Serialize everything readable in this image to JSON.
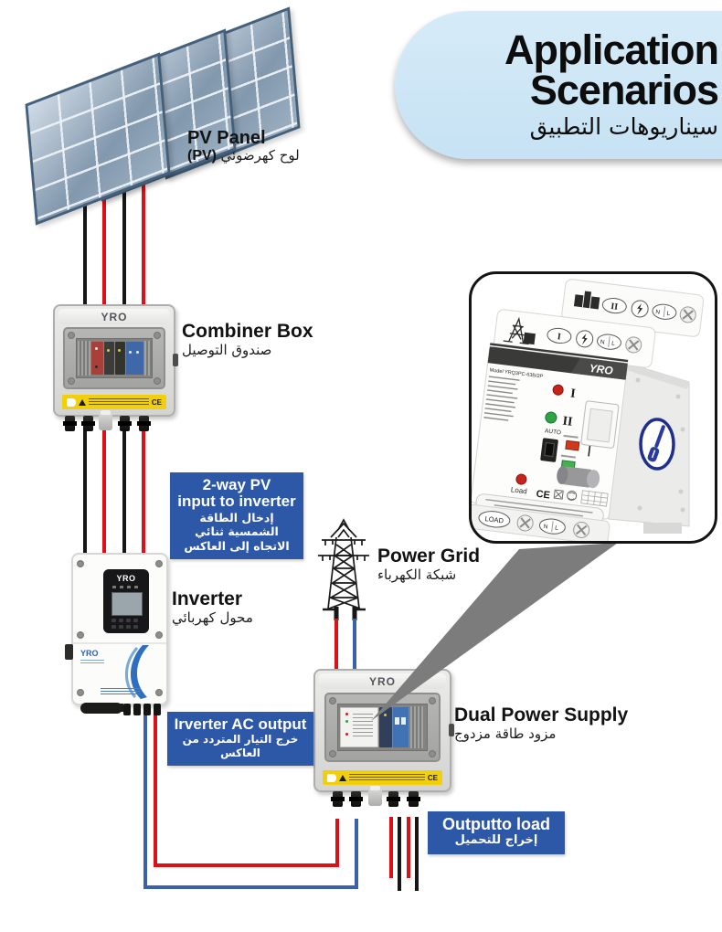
{
  "title": {
    "line1": "Application",
    "line2": "Scenarios",
    "arabic": "سيناريوهات التطبيق"
  },
  "brand": "YRO",
  "pv": {
    "label": "PV Panel",
    "paren": "(PV)",
    "arabic": "لوح كهرضوئي"
  },
  "combiner": {
    "label": "Combiner Box",
    "arabic": "صندوق التوصيل"
  },
  "inverter": {
    "label": "Inverter",
    "arabic": "محول كهربائي"
  },
  "grid": {
    "label": "Power Grid",
    "arabic": "شبكة الكهرباء"
  },
  "dual": {
    "label": "Dual Power Supply",
    "arabic": "مزود طاقة مزدوج"
  },
  "callout_pv_input": {
    "en1": "2-way PV",
    "en2": "input to inverter",
    "ar1": "إدخال الطاقة الشمسية ثنائي",
    "ar2": "الاتجاه إلى العاكس"
  },
  "callout_ac_output": {
    "en1": "Irverter AC output",
    "ar1": "خرج التيار المتردد من العاكس"
  },
  "callout_load": {
    "en1": "Outputto load",
    "ar1": "إخراج للتحميل"
  },
  "inset": {
    "brand": "YRO",
    "model": "Model YRQ3PC-63B/2P",
    "led1": "I",
    "led2": "II",
    "auto": "AUTO",
    "pos2": "II",
    "load_led": "Load",
    "ce": "CE",
    "terminal_1": "I",
    "terminal_2": "II",
    "terminal_nl": "N L",
    "terminal_load": "LOAD"
  },
  "marks": {
    "ce": "CE"
  },
  "colors": {
    "title_bg": "#cde6f7",
    "callout_blue": "#2d57a7",
    "wire_red": "#dd1016",
    "wire_blue": "#3a62aa",
    "wire_black": "#161616",
    "warning_yellow": "#f2cf0c",
    "beam_gray": "#7c7c7c"
  }
}
